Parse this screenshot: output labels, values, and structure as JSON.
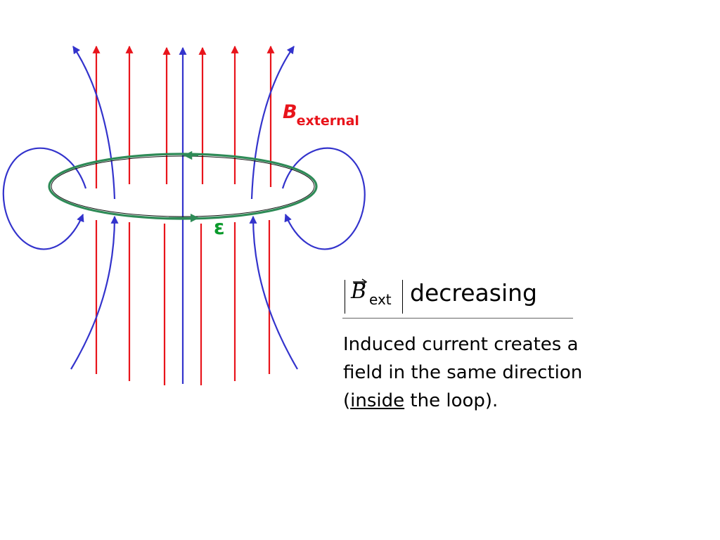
{
  "labels": {
    "b_main": "B",
    "b_sub": "external",
    "emf": "ε"
  },
  "formula": {
    "symbol": "B",
    "subscript": "ext",
    "state": "decreasing"
  },
  "explanation": {
    "line1": "Induced current creates a",
    "line2": "field in the same direction",
    "line3_open": "(",
    "line3_underlined": "inside",
    "line3_rest": " the loop)."
  },
  "colors": {
    "external_field": "#e8141b",
    "induced_field": "#3333cc",
    "loop": "#2e8b57",
    "emf": "#0b9a2c",
    "text": "#000000"
  }
}
